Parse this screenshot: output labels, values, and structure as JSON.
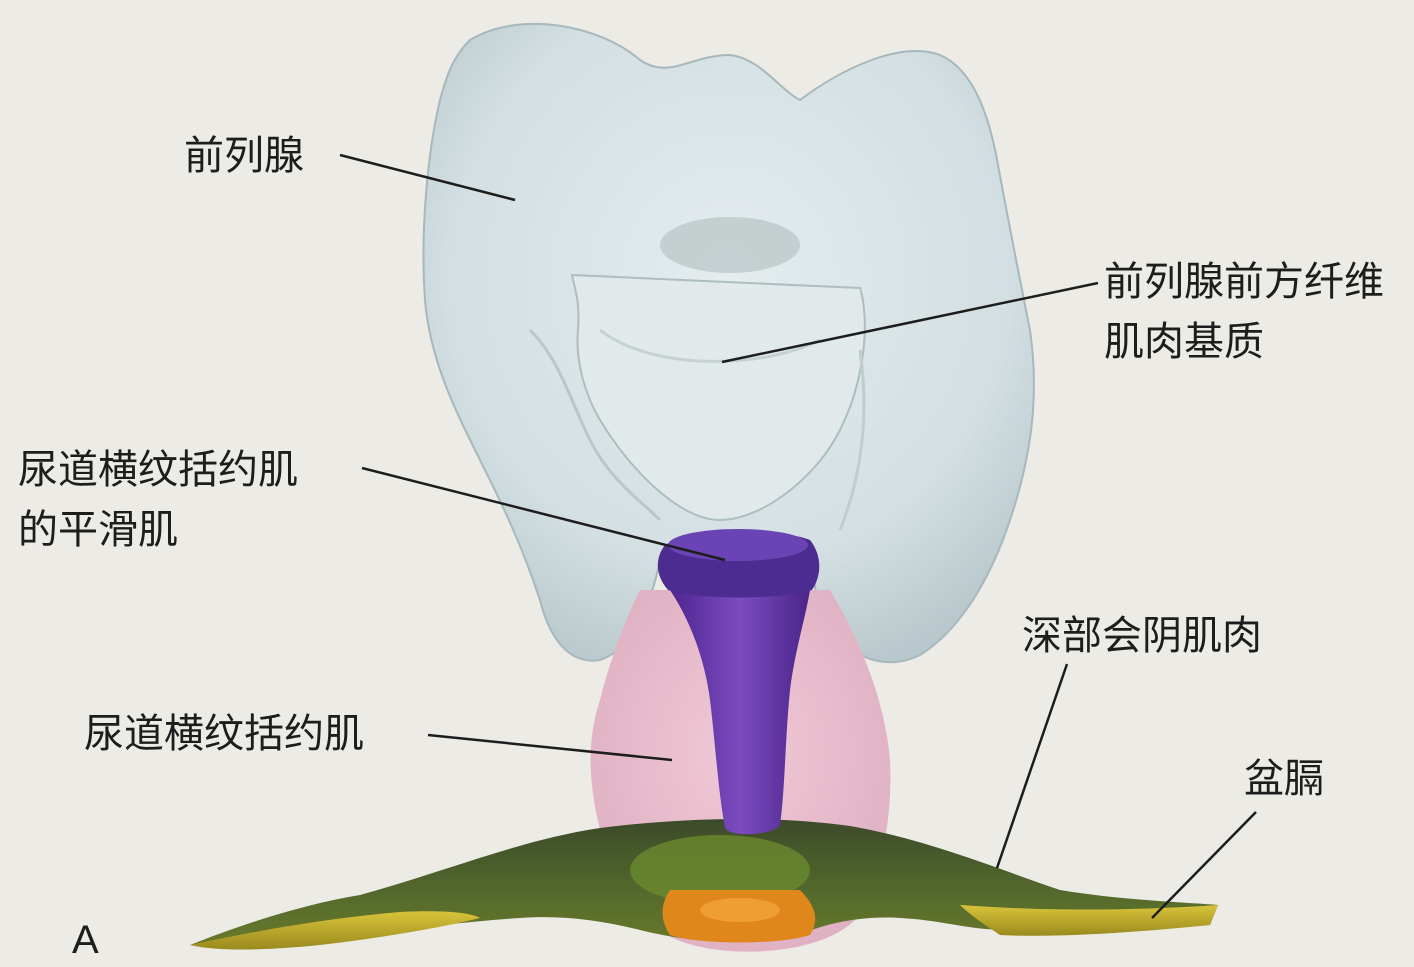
{
  "panel_letter": "A",
  "labels": {
    "prostate": "前列腺",
    "anterior_fibromuscular_stroma": [
      "前列腺前方纤维",
      "肌肉基质"
    ],
    "smooth_muscle_of_sphincter": [
      "尿道横纹括约肌",
      "的平滑肌"
    ],
    "rhabdosphincter": "尿道横纹括约肌",
    "deep_perineal_muscles": "深部会阴肌肉",
    "pelvic_diaphragm": "盆膈"
  },
  "colors": {
    "background": "#ecebe6",
    "prostate": "#d6e2e4",
    "stroma": "#e0e9ea",
    "smooth_muscle": "#4a2a8c",
    "rhabdosphincter": "#e6b8c8",
    "urethra": "#6d3fb0",
    "perineal": "#4a5a2a",
    "pelvic_diaphragm": "#c8b22a",
    "orange_core": "#e08a1e"
  }
}
